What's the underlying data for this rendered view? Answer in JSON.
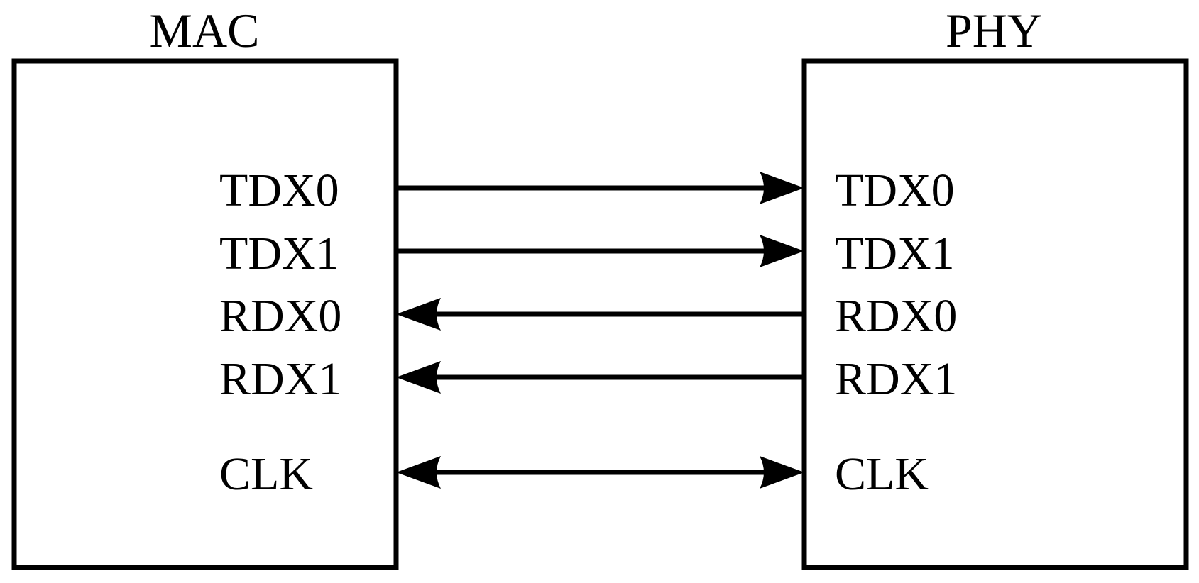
{
  "blocks": {
    "mac": {
      "title": "MAC"
    },
    "phy": {
      "title": "PHY"
    }
  },
  "signals": [
    {
      "mac_label": "TDX0",
      "phy_label": "TDX0",
      "direction": "mac-to-phy"
    },
    {
      "mac_label": "TDX1",
      "phy_label": "TDX1",
      "direction": "mac-to-phy"
    },
    {
      "mac_label": "RDX0",
      "phy_label": "RDX0",
      "direction": "phy-to-mac"
    },
    {
      "mac_label": "RDX1",
      "phy_label": "RDX1",
      "direction": "phy-to-mac"
    },
    {
      "mac_label": "CLK",
      "phy_label": "CLK",
      "direction": "bidirectional"
    }
  ],
  "colors": {
    "stroke": "#000000",
    "background": "#ffffff"
  }
}
